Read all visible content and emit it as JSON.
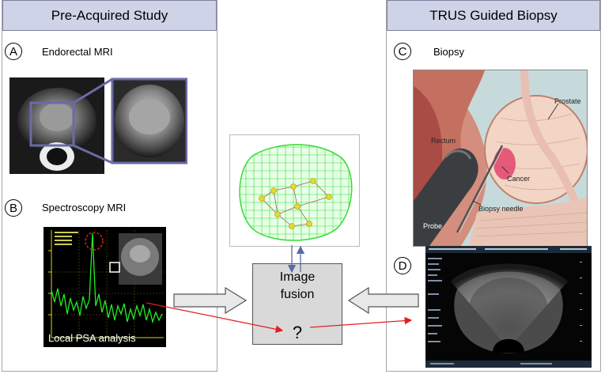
{
  "left_panel": {
    "title": "Pre-Acquired Study"
  },
  "right_panel": {
    "title": "TRUS Guided Biopsy"
  },
  "section_a": {
    "letter": "A",
    "label": "Endorectal MRI"
  },
  "section_b": {
    "letter": "B",
    "label": "Spectroscopy MRI",
    "overlay": "Local PSA analysis"
  },
  "section_c": {
    "letter": "C",
    "label": "Biopsy",
    "labels": {
      "prostate": "Prostate",
      "rectum": "Rectum",
      "cancer": "Cancer",
      "probe": "Probe",
      "needle": "Biopsy needle"
    }
  },
  "section_d": {
    "letter": "D"
  },
  "fusion": {
    "line1": "Image",
    "line2": "fusion",
    "question": "?"
  },
  "colors": {
    "header_bg": "#cfd3e7",
    "arrow_red": "#e02020",
    "mesh_green": "#33dd33",
    "spectrum_green": "#22ee22",
    "mri_frame": "#6a6aa8"
  }
}
